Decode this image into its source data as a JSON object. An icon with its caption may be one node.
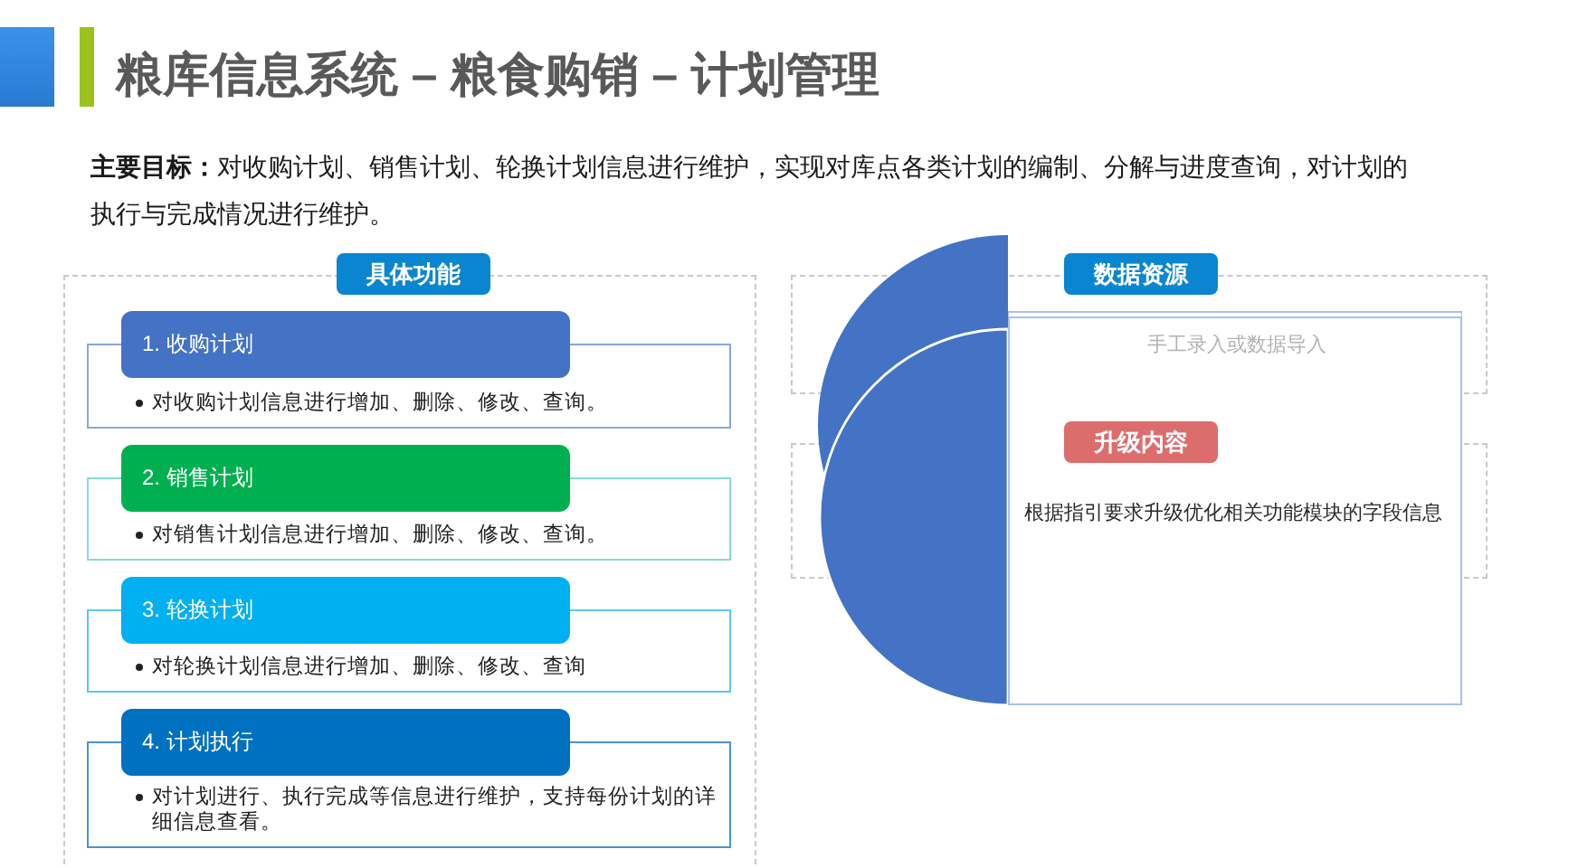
{
  "diagram": {
    "title": "粮库信息系统 – 粮食购销 – 计划管理",
    "nodes": [
      {
        "text": [
          "具体功能"
        ]
      },
      {
        "text": [
          "1. 收购计划",
          "对收购计划信息进行增加、删除、修改、查询。"
        ],
        "in": 0
      },
      {
        "text": [
          "2. 销售计划",
          "对销售计划信息进行增加、删除、修改、查询。"
        ],
        "in": 0
      },
      {
        "text": [
          "3. 轮换计划",
          "对轮换计划信息进行增加、删除、修改、查询"
        ],
        "in": 0
      },
      {
        "text": [
          "4. 计划执行",
          "对计划进行、执行完成等信息进行维护，支持每份计划的详细信息查看。"
        ],
        "in": 0
      },
      {
        "text": [
          "数据资源",
          "手工录入或数据导入"
        ]
      },
      {
        "text": [
          "升级内容",
          "根据指引要求升级优化相关功能模块的字段信息"
        ]
      }
    ],
    "labels": [
      "**主要目标：**对收购计划、销售计划、轮换计划信息进行维护，实现对库点各类计划的编制、分解与进度查询，对计划的执行与完成情况进行维护。"
    ]
  }
}
